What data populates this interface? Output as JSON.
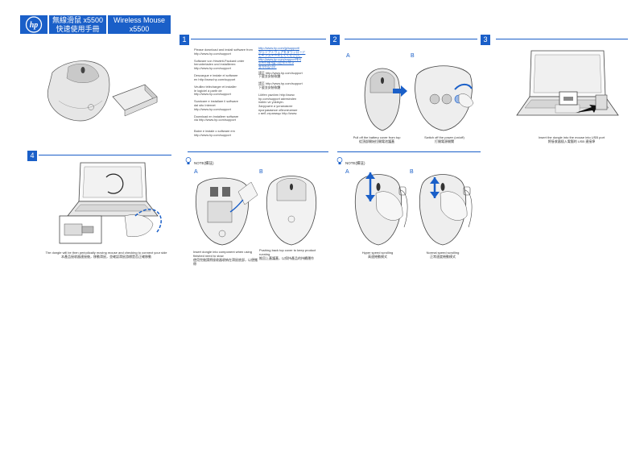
{
  "header": {
    "title_zh": "無線滑鼠 x5500",
    "subtitle_zh": "快速使用手冊",
    "title_en_line1": "Wireless Mouse",
    "title_en_line2": "x5500"
  },
  "brand": "hp",
  "accent_color": "#1a5fc8",
  "steps": {
    "s1": "1",
    "s2": "2",
    "s3": "3",
    "s4": "4",
    "a": "A",
    "b": "B"
  },
  "panel1": {
    "col1": [
      "Please download and install software from",
      "http://www.hp.com/support",
      "",
      "Software von Hewlett-Packard unter",
      "herunterladen und installieren:",
      "http://www.hp.com/support",
      "",
      "Descargue e instale el software",
      "en http://www.hp.com/support",
      "",
      "Veuillez télécharger et installer",
      "le logiciel à partir de",
      "http://www.hp.com/support",
      "",
      "Scaricare e installare il software",
      "dal sito Internet",
      "http://www.hp.com/support",
      "",
      "Download en installeer software",
      "via http://www.hp.com/support",
      "",
      "",
      "Baixe e instale o software em",
      "http://www.hp.com/support"
    ],
    "col2_links": [
      "http://www.hp.com/jp/support/",
      "からソフトウェアをダウンロード",
      "しインストールしてください。",
      "http://www.hp.com/support에서",
      "소프트웨어를 다운로드하고",
      "설치하십시오."
    ],
    "col2_text": [
      "請至 http://www.hp.com/support",
      "下載並安裝軟體",
      "",
      "請至 http://www.hp.com/support",
      "下載並安裝軟體",
      "",
      "Lütfen yazılımı http://www.",
      "hp.com/support adresinden",
      "indirin ve yükleyin.",
      "Загрузите и установите",
      "программное обеспечение",
      "с веб-страницы http://www."
    ]
  },
  "panel2": {
    "caption_a": "Pull off the battery cover from top",
    "caption_a_zh": "從頂部開始拉開電池護蓋",
    "caption_b": "Switch off the power (on/off)",
    "caption_b_zh": "打開電源開關"
  },
  "panel3": {
    "caption": "Insert the dongle into the mouse into USB port",
    "caption_zh": "將接收器插入電腦的 USB 連接埠"
  },
  "panel4": {
    "caption": "The dongle will be then periodically moving mouse and checking to connect your side",
    "caption_zh": "本產品接收器連接後，移動滑鼠，並確認滑鼠游標是否正確移動"
  },
  "panel5": {
    "note": "NOTE(備註)",
    "caption_a": "Insert dongle into component when using finished need to stow",
    "caption_a_zh": "使用完後請將接收器收納在滑鼠底部，以便攜帶",
    "caption_b": "Pushing back top cover to keep product running",
    "caption_b_zh": "推回上蓋護蓋，以保持產品的持續運作"
  },
  "panel6": {
    "note": "NOTE(備註)",
    "caption_a": "Hyper speed scrolling",
    "caption_a_zh": "高速捲動模式",
    "caption_b": "Normal speed scrolling",
    "caption_b_zh": "正常速度捲動模式"
  }
}
